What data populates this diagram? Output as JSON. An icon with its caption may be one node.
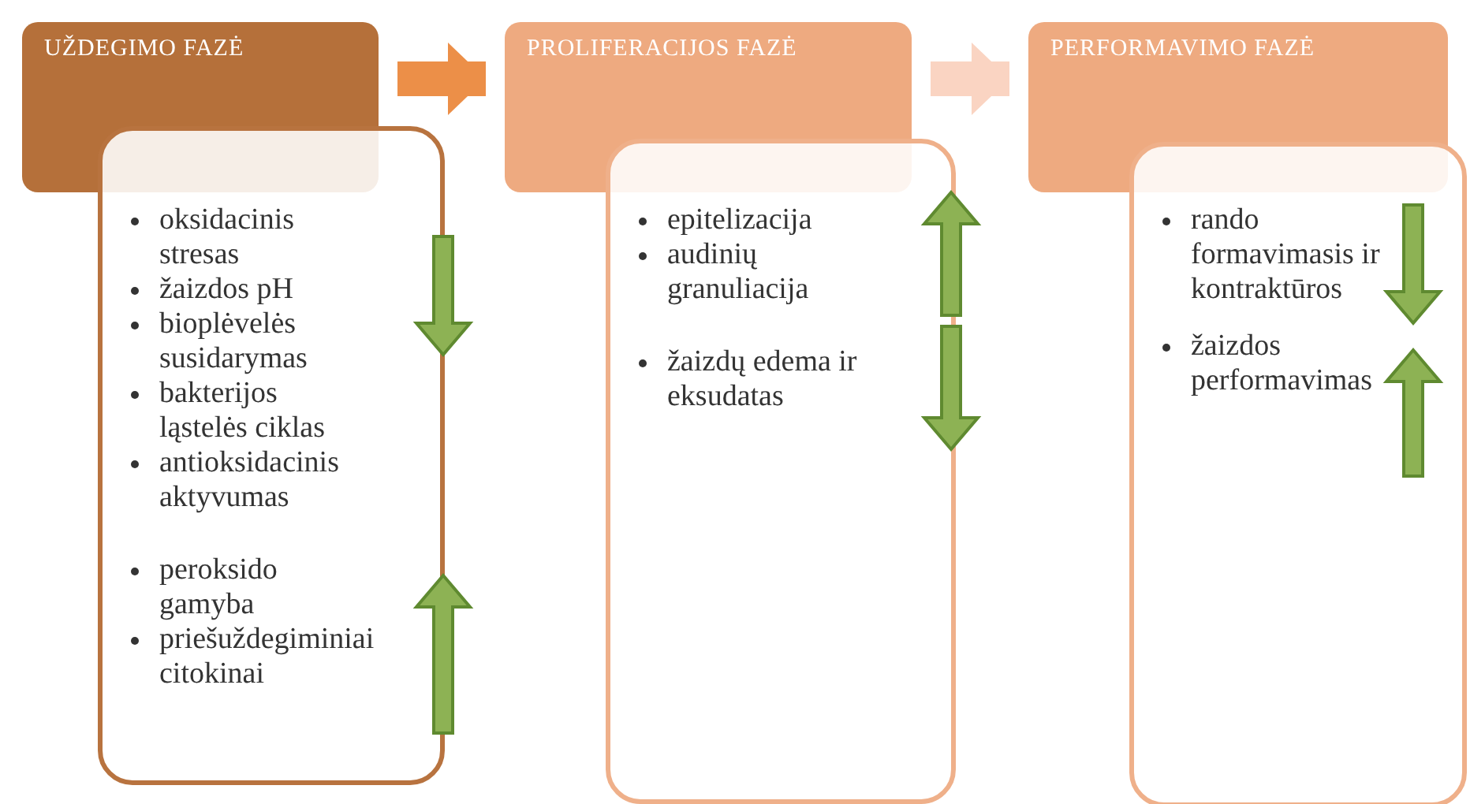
{
  "diagram": {
    "nodes": [
      {
        "text": [
          "UŽDEGIMO FAZĖ"
        ]
      },
      {
        "text": [
          "oksidacinis stresas",
          "žaizdos pH",
          "bioplėvelės susidarymas",
          "bakterijos ląstelės ciklas",
          "antioksidacinis aktyvumas",
          "peroksido gamyba",
          "priešuždegiminiai citokinai"
        ]
      },
      {
        "text": [
          "PROLIFERACIJOS FAZĖ"
        ]
      },
      {
        "text": [
          "epitelizacija",
          "audinių granuliacija",
          "žaizdų edema ir eksudatas"
        ]
      },
      {
        "text": [
          "PERFORMAVIMO FAZĖ"
        ]
      },
      {
        "text": [
          "rando formavimasis ir kontraktūros",
          "žaizdos performavimas"
        ]
      }
    ],
    "edges": [
      {
        "from": 0,
        "to": 2,
        "arrow": "to",
        "color": "#ec8f48"
      },
      {
        "from": 2,
        "to": 4,
        "arrow": "to",
        "color": "#fad4c2"
      }
    ]
  }
}
